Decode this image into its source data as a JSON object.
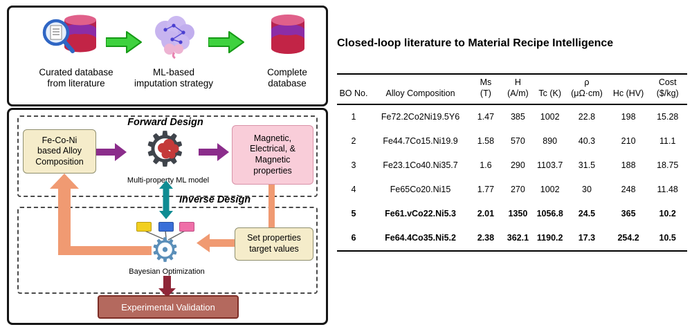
{
  "colors": {
    "green_arrow": "#3fd23f",
    "purple_arrow": "#8b2d8b",
    "teal_arrow": "#0f8c93",
    "orange_loop": "#f09a72",
    "maroon_arrow": "#8f2638",
    "tan_box": "#f5ecca",
    "pink_box": "#f9cdd9",
    "validation_box": "#b4695e"
  },
  "pipeline": {
    "steps": [
      {
        "name": "curated-database",
        "label": "Curated database\nfrom literature"
      },
      {
        "name": "ml-imputation",
        "label": "ML-based\nimputation strategy"
      },
      {
        "name": "complete-database",
        "label": "Complete\ndatabase"
      }
    ]
  },
  "design": {
    "forward_title": "Forward Design",
    "inverse_title": "Inverse Design",
    "composition_box": "Fe-Co-Ni\nbased Alloy\nComposition",
    "ml_model_label": "Multi-property ML model",
    "properties_box": "Magnetic,\nElectrical, &\nMagnetic\nproperties",
    "target_box": "Set properties\ntarget values",
    "bayesian_label": "Bayesian Optimization",
    "validation_label": "Experimental Validation"
  },
  "right": {
    "title": "Closed-loop literature to Material Recipe Intelligence",
    "table": {
      "columns": [
        {
          "key": "bo",
          "label": "BO No."
        },
        {
          "key": "comp",
          "label": "Alloy Composition"
        },
        {
          "key": "ms",
          "label": "Ms\n(T)"
        },
        {
          "key": "h",
          "label": "H\n(A/m)"
        },
        {
          "key": "tc",
          "label": "Tc (K)"
        },
        {
          "key": "rho",
          "label": "ρ\n(μΩ·cm)"
        },
        {
          "key": "hc",
          "label": "Hc (HV)"
        },
        {
          "key": "cost",
          "label": "Cost\n($/kg)"
        }
      ],
      "rows": [
        {
          "bo": "1",
          "comp": "Fe72.2Co2Ni19.5Y6",
          "ms": "1.47",
          "h": "385",
          "tc": "1002",
          "rho": "22.8",
          "hc": "198",
          "cost": "15.28",
          "bold": false
        },
        {
          "bo": "2",
          "comp": "Fe44.7Co15.Ni19.9",
          "ms": "1.58",
          "h": "570",
          "tc": "890",
          "rho": "40.3",
          "hc": "210",
          "cost": "11.1",
          "bold": false
        },
        {
          "bo": "3",
          "comp": "Fe23.1Co40.Ni35.7",
          "ms": "1.6",
          "h": "290",
          "tc": "1103.7",
          "rho": "31.5",
          "hc": "188",
          "cost": "18.75",
          "bold": false
        },
        {
          "bo": "4",
          "comp": "Fe65Co20.Ni15",
          "ms": "1.77",
          "h": "270",
          "tc": "1002",
          "rho": "30",
          "hc": "248",
          "cost": "11.48",
          "bold": false
        },
        {
          "bo": "5",
          "comp": "Fe61.vCo22.Ni5.3",
          "ms": "2.01",
          "h": "1350",
          "tc": "1056.8",
          "rho": "24.5",
          "hc": "365",
          "cost": "10.2",
          "bold": true
        },
        {
          "bo": "6",
          "comp": "Fe64.4Co35.Ni5.2",
          "ms": "2.38",
          "h": "362.1",
          "tc": "1190.2",
          "rho": "17.3",
          "hc": "254.2",
          "cost": "10.5",
          "bold": true
        }
      ]
    }
  }
}
